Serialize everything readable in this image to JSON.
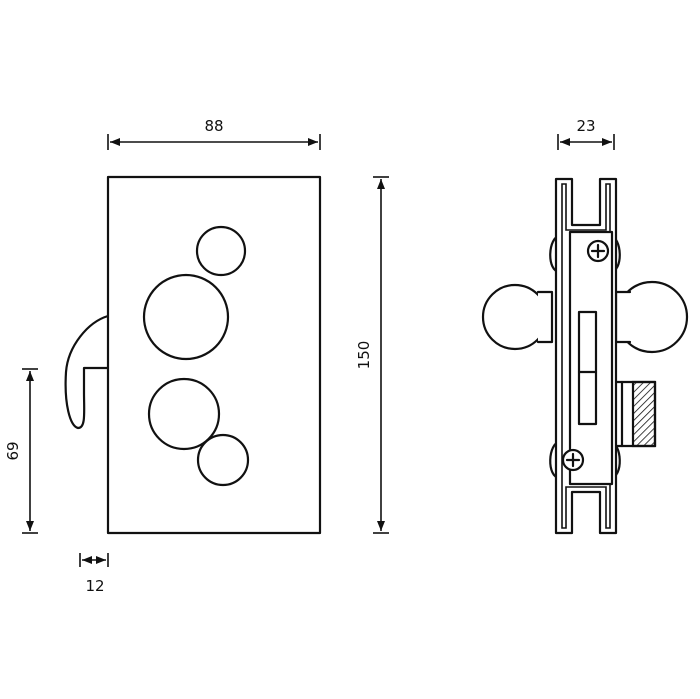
{
  "front_view": {
    "width_label": "88",
    "height_label": "150",
    "lower_height_label": "69",
    "offset_label": "12"
  },
  "side_view": {
    "depth_label": "23"
  }
}
